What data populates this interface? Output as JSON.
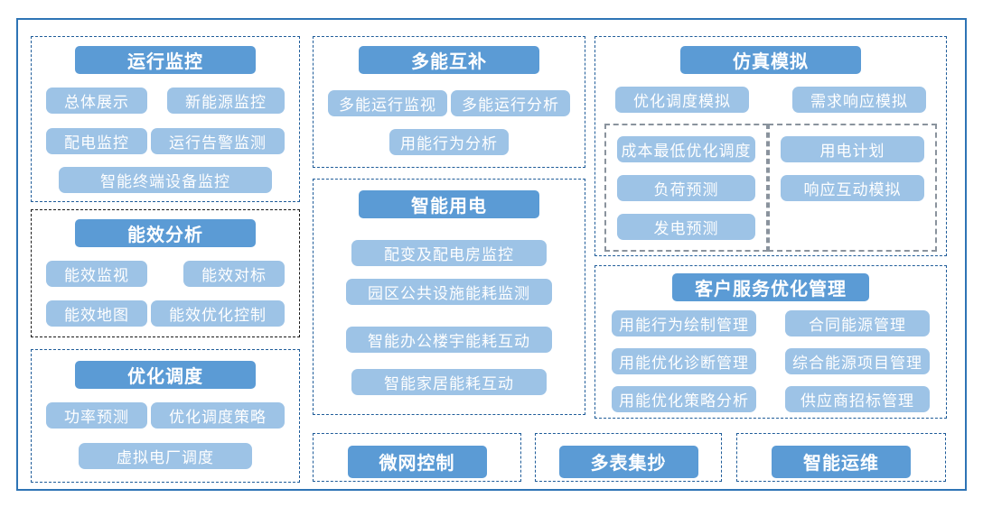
{
  "colors": {
    "header_bg": "#5B9BD5",
    "item_bg": "#9DC3E6",
    "frame_border": "#2E74B5",
    "dashed_blue": "#1F5C99",
    "dashed_black": "#1A1A1A",
    "dashed_gray": "#8A939D",
    "text": "#FFFFFF"
  },
  "groups": {
    "operation_monitoring": {
      "title": "运行监控",
      "items": [
        "总体展示",
        "新能源监控",
        "配电监控",
        "运行告警监测",
        "智能终端设备监控"
      ]
    },
    "energy_analysis": {
      "title": "能效分析",
      "items": [
        "能效监视",
        "能效对标",
        "能效地图",
        "能效优化控制"
      ]
    },
    "optimal_dispatch": {
      "title": "优化调度",
      "items": [
        "功率预测",
        "优化调度策略",
        "虚拟电厂调度"
      ]
    },
    "multi_energy": {
      "title": "多能互补",
      "items": [
        "多能运行监视",
        "多能运行分析",
        "用能行为分析"
      ]
    },
    "smart_power_use": {
      "title": "智能用电",
      "items": [
        "配变及配电房监控",
        "园区公共设施能耗监测",
        "智能办公楼宇能耗互动",
        "智能家居能耗互动"
      ]
    },
    "simulation": {
      "title": "仿真模拟",
      "items": [
        "优化调度模拟",
        "需求响应模拟"
      ],
      "sub_left": [
        "成本最低优化调度",
        "负荷预测",
        "发电预测"
      ],
      "sub_right": [
        "用电计划",
        "响应互动模拟"
      ]
    },
    "customer_service": {
      "title": "客户服务优化管理",
      "left": [
        "用能行为绘制管理",
        "用能优化诊断管理",
        "用能优化策略分析"
      ],
      "right": [
        "合同能源管理",
        "综合能源项目管理",
        "供应商招标管理"
      ]
    },
    "microgrid_control": {
      "title": "微网控制"
    },
    "multi_meter_reading": {
      "title": "多表集抄"
    },
    "smart_operation_maintenance": {
      "title": "智能运维"
    }
  }
}
